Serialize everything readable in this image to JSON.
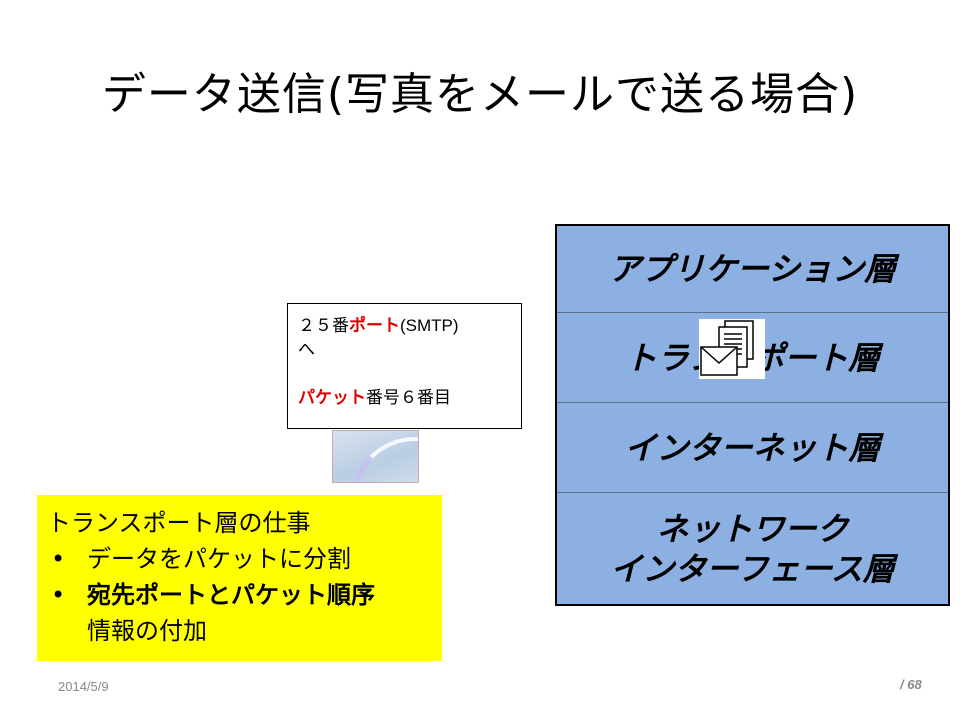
{
  "slide": {
    "title": "データ送信(写真をメールで送る場合)"
  },
  "layers": [
    {
      "lines": [
        "アプリケーション層"
      ]
    },
    {
      "lines": [
        "トランスポート層"
      ]
    },
    {
      "lines": [
        "インターネット層"
      ]
    },
    {
      "lines": [
        "ネットワーク",
        "インターフェース層"
      ]
    }
  ],
  "info_box": {
    "line1_prefix": "２５番",
    "line1_highlight": "ポート",
    "line1_suffix": "(SMTP)",
    "line2": "へ",
    "line3_highlight": "パケット",
    "line3_suffix": "番号６番目"
  },
  "note": {
    "heading": "トランスポート層の仕事",
    "bullet_char": "•",
    "bullet1": "データをパケットに分割",
    "bullet2": "宛先ポートとパケット順序",
    "bullet2_cont": "情報の付加"
  },
  "footer": {
    "date": "2014/5/9",
    "page": "/ 68"
  },
  "icons": {
    "mail": "mail-document-icon"
  }
}
